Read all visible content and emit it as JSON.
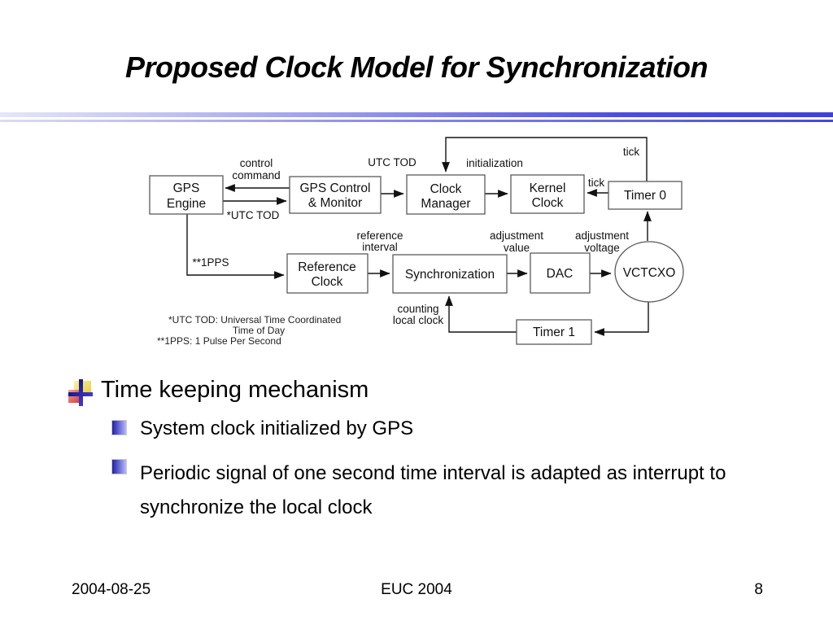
{
  "title": "Proposed Clock Model for Synchronization",
  "diagram": {
    "boxes": {
      "gps_engine": {
        "line1": "GPS",
        "line2": "Engine"
      },
      "gps_control": {
        "line1": "GPS Control",
        "line2": "& Monitor"
      },
      "clock_manager": {
        "line1": "Clock",
        "line2": "Manager"
      },
      "kernel_clock": {
        "line1": "Kernel",
        "line2": "Clock"
      },
      "timer0": {
        "line1": "Timer 0"
      },
      "reference_clock": {
        "line1": "Reference",
        "line2": "Clock"
      },
      "synchronization": {
        "line1": "Synchronization"
      },
      "dac": {
        "line1": "DAC"
      },
      "vctcxo": {
        "line1": "VCTCXO"
      },
      "timer1": {
        "line1": "Timer 1"
      }
    },
    "edge_labels": {
      "control1": "control",
      "control2": "command",
      "utc_tod_star": "*UTC TOD",
      "utc_tod": "UTC TOD",
      "initialization": "initialization",
      "tick_top": "tick",
      "tick_mid": "tick",
      "pps": "**1PPS",
      "reference1": "reference",
      "reference2": "interval",
      "adj_value1": "adjustment",
      "adj_value2": "value",
      "adj_volt1": "adjustment",
      "adj_volt2": "voltage",
      "counting1": "counting",
      "counting2": "local clock"
    },
    "footnotes": {
      "line1": "*UTC TOD: Universal Time Coordinated",
      "line2": "Time of Day",
      "line3": "**1PPS: 1 Pulse Per Second"
    }
  },
  "bullets": {
    "level1": "Time keeping mechanism",
    "sub1": "System clock initialized by GPS",
    "sub2": "Periodic signal of one second time interval is adapted as interrupt to synchronize the local clock"
  },
  "footer": {
    "date": "2004-08-25",
    "center": "EUC 2004",
    "page": "8"
  },
  "colors": {
    "divider_blue": "#4747dd",
    "bullet_navy": "#18188a",
    "bullet_yellow": "#e9cb42",
    "bullet_red": "#d53a30"
  }
}
